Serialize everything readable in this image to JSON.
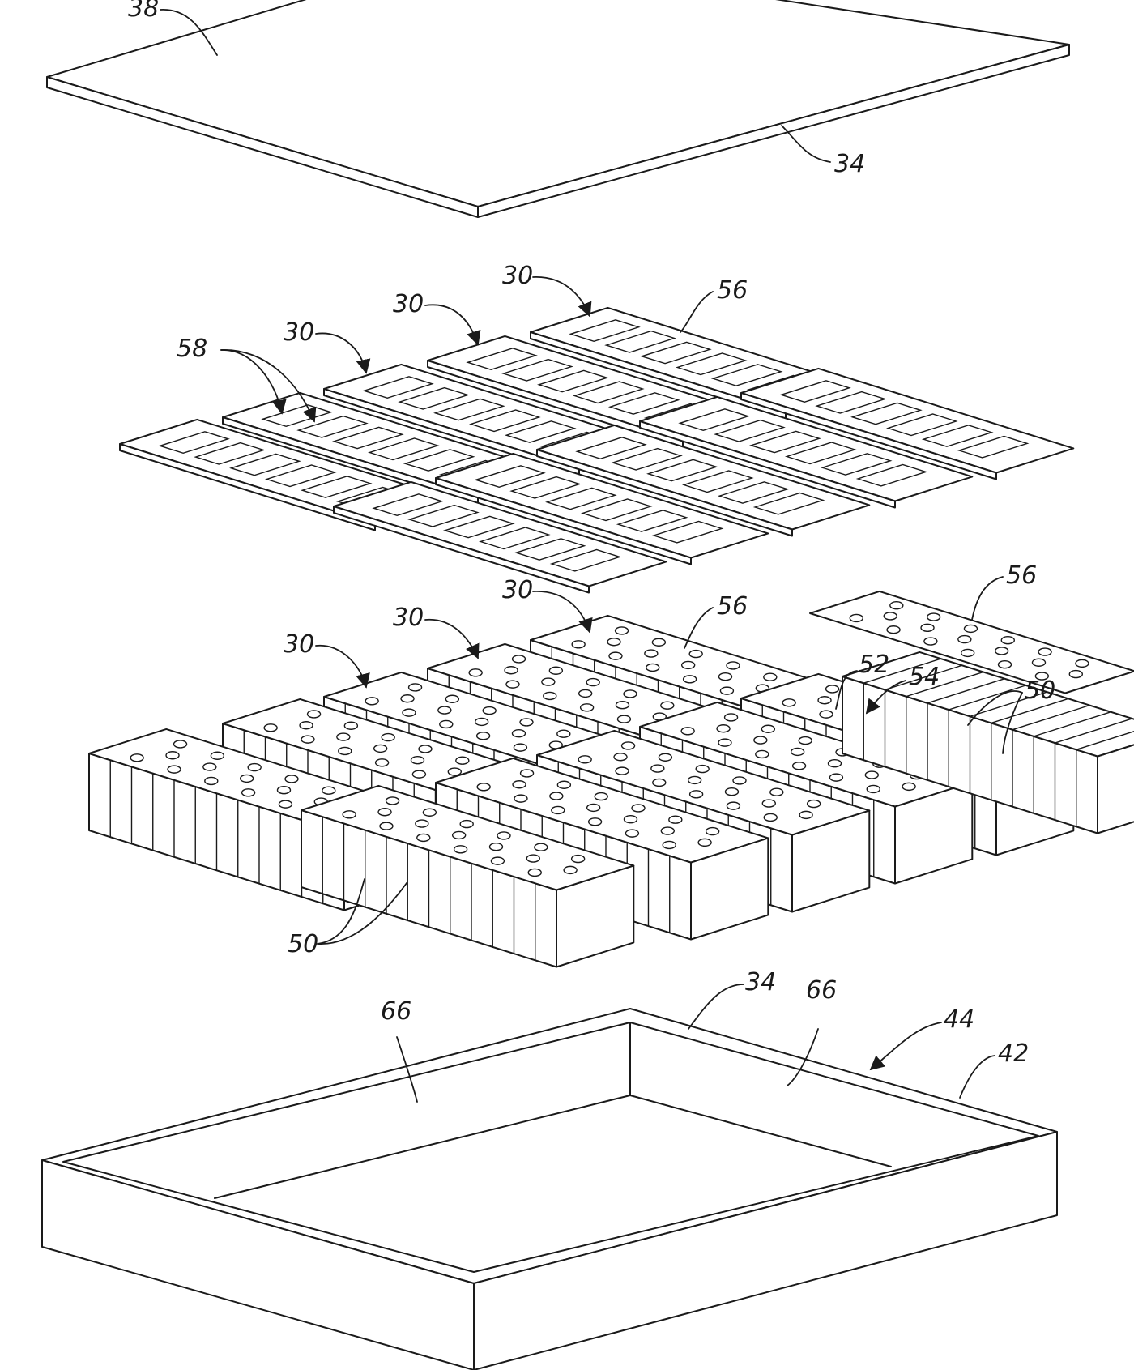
{
  "reference_numerals": {
    "cover_top": "38",
    "cover_edge": "34",
    "plate_row_back": "30",
    "plate_row_mid": "30",
    "plate_row_front": "30",
    "plate_tab": "56",
    "plate_channels": "58",
    "module_row_back": "30",
    "module_row_mid": "30",
    "module_row_front": "30",
    "module_tab": "56",
    "detached_plate": "56",
    "cell_edge": "52",
    "cell_group": "54",
    "cells_right": "50",
    "cells_front": "50",
    "tray_wall": "34",
    "tray_floor_left": "66",
    "tray_floor_right": "66",
    "tray_rim": "44",
    "tray_outer": "42"
  }
}
